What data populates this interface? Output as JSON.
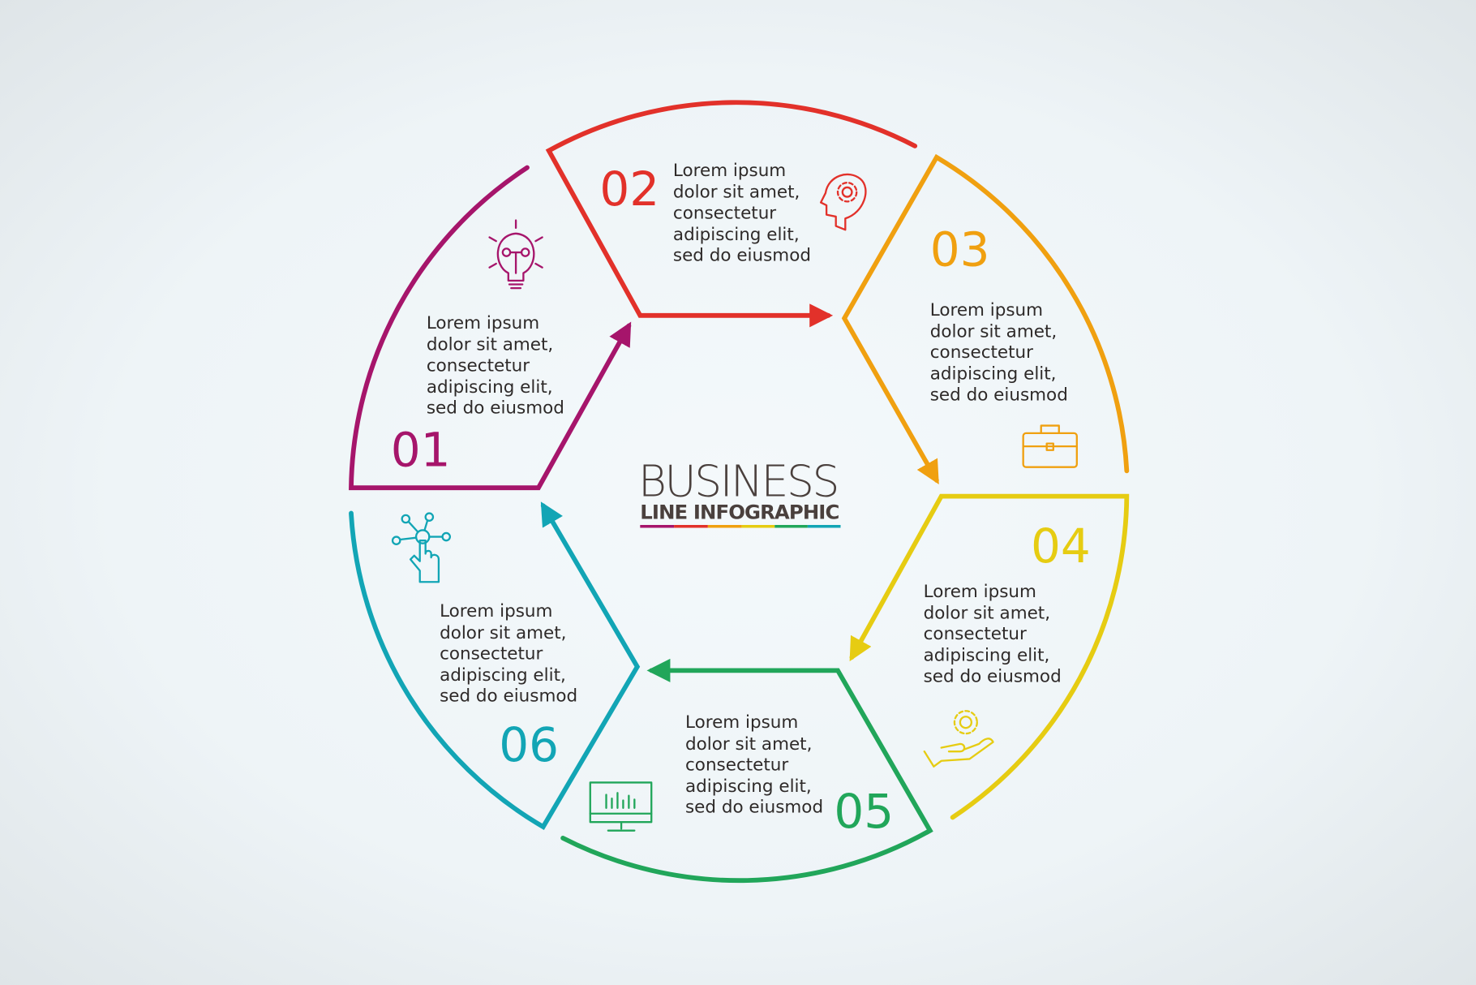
{
  "title": "BUSINESS",
  "subtitle": "LINE INFOGRAPHIC",
  "colors": {
    "s1": "#a6156b",
    "s2": "#e2312a",
    "s3": "#f0a010",
    "s4": "#e6cc12",
    "s5": "#21a65a",
    "s6": "#12a5b5",
    "text": "#2e2a29"
  },
  "steps": [
    {
      "number": "01",
      "icon": "lightbulb-icon",
      "lines": [
        "Lorem ipsum",
        "dolor sit amet,",
        "consectetur",
        "adipiscing elit,",
        "sed do eiusmod"
      ]
    },
    {
      "number": "02",
      "icon": "head-gear-icon",
      "lines": [
        "Lorem ipsum",
        "dolor sit amet,",
        "consectetur",
        "adipiscing elit,",
        "sed do eiusmod"
      ]
    },
    {
      "number": "03",
      "icon": "briefcase-icon",
      "lines": [
        "Lorem ipsum",
        "dolor sit amet,",
        "consectetur",
        "adipiscing elit,",
        "sed do eiusmod"
      ]
    },
    {
      "number": "04",
      "icon": "hand-gear-icon",
      "lines": [
        "Lorem ipsum",
        "dolor sit amet,",
        "consectetur",
        "adipiscing elit,",
        "sed do eiusmod"
      ]
    },
    {
      "number": "05",
      "icon": "monitor-chart-icon",
      "lines": [
        "Lorem ipsum",
        "dolor sit amet,",
        "consectetur",
        "adipiscing elit,",
        "sed do eiusmod"
      ]
    },
    {
      "number": "06",
      "icon": "touch-network-icon",
      "lines": [
        "Lorem ipsum",
        "dolor sit amet,",
        "consectetur",
        "adipiscing elit,",
        "sed do eiusmod"
      ]
    }
  ]
}
